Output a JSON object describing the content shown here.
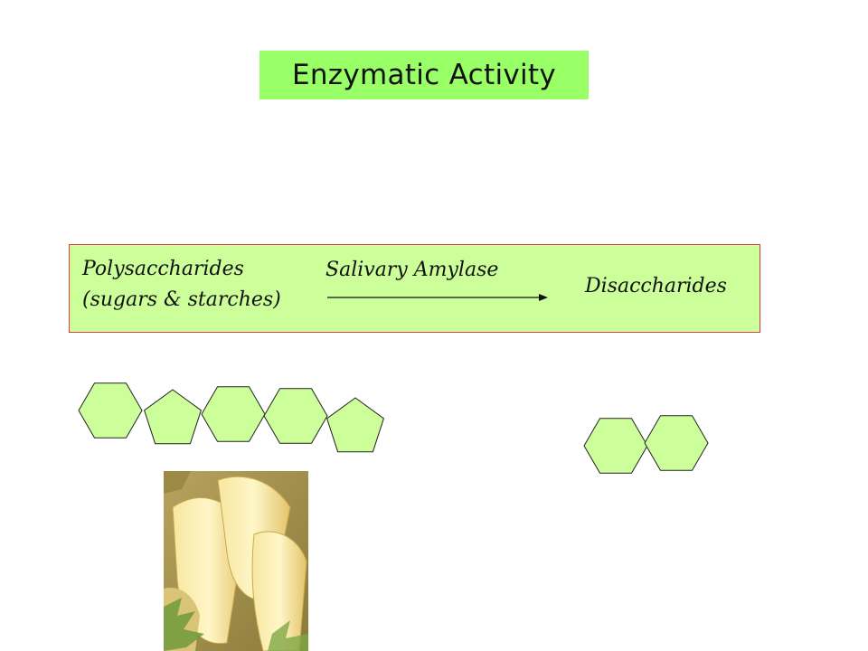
{
  "title": "Enzymatic Activity",
  "reaction": {
    "substrate_line1": "Polysaccharides",
    "substrate_line2": "(sugars & starches)",
    "enzyme": "Salivary Amylase",
    "product": "Disaccharides"
  },
  "colors": {
    "title_bg": "#99ff66",
    "box_bg": "#ccff99",
    "box_border": "#e03a4a",
    "shape_fill": "#ccff99",
    "shape_stroke": "#222222"
  },
  "illustrations": {
    "polysaccharide_chain": [
      "hexagon",
      "pentagon",
      "hexagon",
      "hexagon",
      "pentagon"
    ],
    "disaccharide": [
      "hexagon",
      "hexagon"
    ],
    "photo": "fried-potato-food-photo"
  }
}
